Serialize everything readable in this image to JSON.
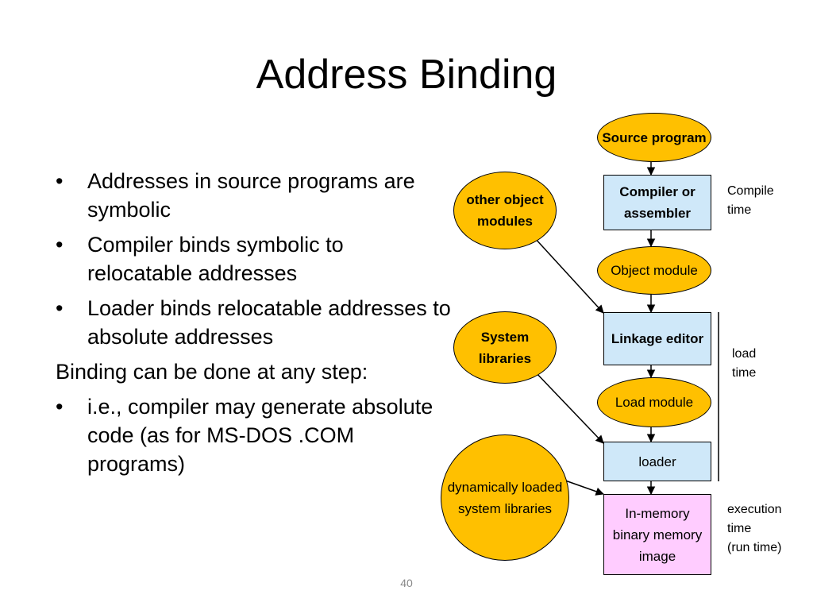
{
  "title": "Address Binding",
  "bullets": [
    "Addresses in source programs are symbolic",
    "Compiler binds symbolic to relocatable addresses",
    "Loader binds relocatable addresses to absolute addresses"
  ],
  "plain_line": "Binding can be done at any step:",
  "sub_bullets": [
    "i.e., compiler may generate absolute code (as for MS-DOS .COM programs)"
  ],
  "bullet_symbol": "•",
  "page_number": "40",
  "diagram": {
    "source_program": "Source program",
    "compiler": "Compiler or assembler",
    "object_module": "Object module",
    "linkage_editor": "Linkage editor",
    "load_module": "Load module",
    "loader": "loader",
    "in_memory": "In-memory binary memory image",
    "other_modules": "other object modules",
    "system_libraries": "System libraries",
    "dynamic_libraries": "dynamically loaded system libraries",
    "compile_time": "Compile\ntime",
    "load_time": "load\ntime",
    "execution_time": "execution\ntime\n(run time)"
  },
  "colors": {
    "oval_fill": "#ffc000",
    "box_fill": "#cfe8f9",
    "memory_fill": "#ffccff"
  }
}
